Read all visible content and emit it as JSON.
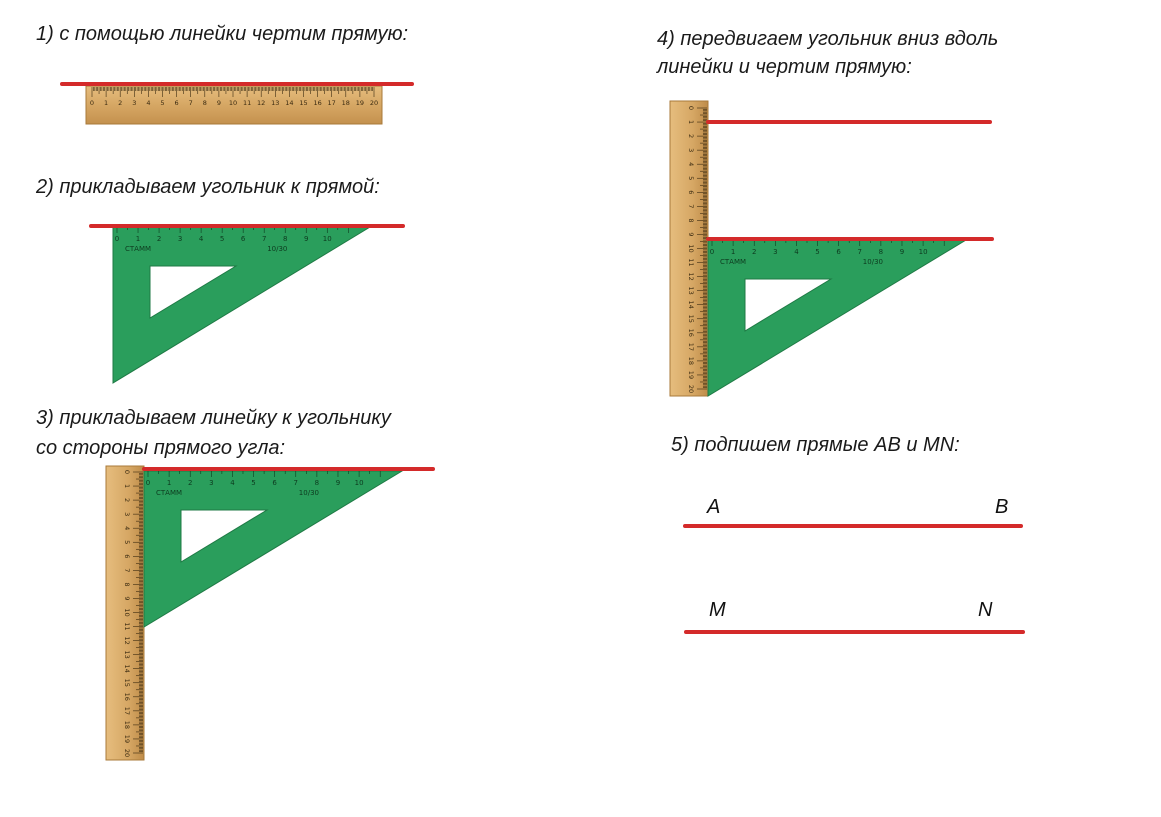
{
  "steps": {
    "step1": "1) с помощью линейки чертим прямую:",
    "step2": "2) прикладываем угольник к прямой:",
    "step3_line1": "3) прикладываем линейку к угольнику",
    "step3_line2": "со стороны прямого угла:",
    "step4_line1": "4) передвигаем угольник вниз вдоль",
    "step4_line2": "линейки и чертим прямую:",
    "step5": "5) подпишем прямые AB и MN:"
  },
  "ruler_labels": [
    "0",
    "1",
    "2",
    "3",
    "4",
    "5",
    "6",
    "7",
    "8",
    "9",
    "10",
    "11",
    "12",
    "13",
    "14",
    "15",
    "16",
    "17",
    "18",
    "19",
    "20"
  ],
  "set_square": {
    "labels": [
      "0",
      "1",
      "2",
      "3",
      "4",
      "5",
      "6",
      "7",
      "8",
      "9",
      "10"
    ],
    "brand": "СТАММ",
    "model": "10/30"
  },
  "line_letters": {
    "a": "A",
    "b": "B",
    "m": "M",
    "n": "N"
  },
  "colors": {
    "line_red": "#d42a2a",
    "wood": "#d9ab68",
    "wood_dark": "#b88845",
    "set_square_green": "#2a9e5c"
  }
}
